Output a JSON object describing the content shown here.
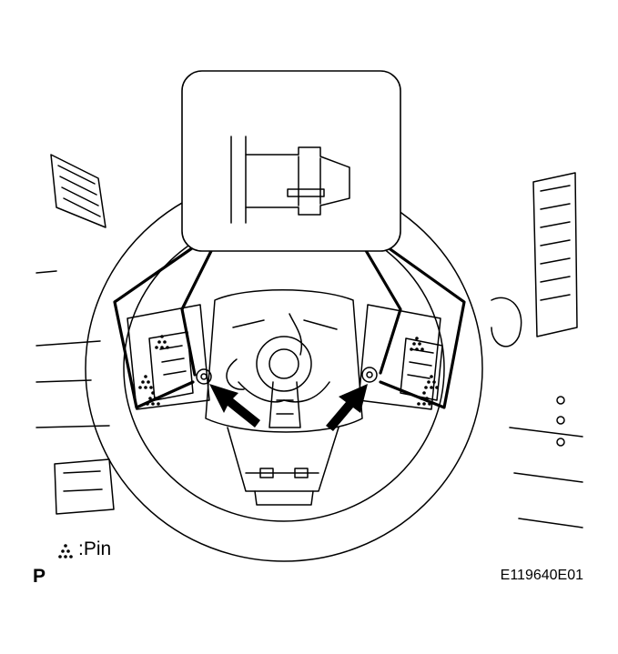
{
  "legend": {
    "symbol": "pin-triangle-dots",
    "label": ":Pin"
  },
  "view_letter": "P",
  "figure_code": "E119640E01",
  "colors": {
    "line": "#000000",
    "background": "#ffffff"
  }
}
